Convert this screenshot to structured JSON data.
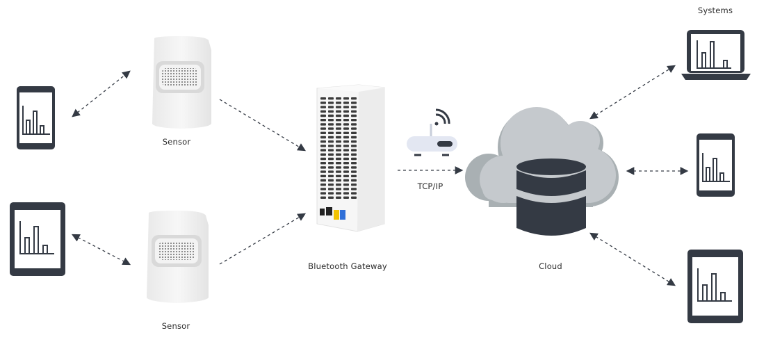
{
  "labels": {
    "systems": "Systems",
    "sensor_top": "Sensor",
    "sensor_bottom": "Sensor",
    "gateway": "Bluetooth Gateway",
    "tcpip": "TCP/IP",
    "cloud": "Cloud"
  },
  "colors": {
    "device_dark": "#343a44",
    "device_screen": "#ffffff",
    "arrow": "#343a44",
    "cloud_fill": "#c5c9cd",
    "cloud_shadow": "#a9b0b3",
    "router_fill": "#e3e7f2",
    "sensor_body": "#f1f1f1",
    "gateway_body": "#f6f6f6"
  }
}
